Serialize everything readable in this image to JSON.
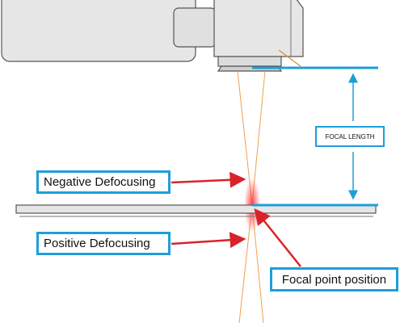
{
  "labels": {
    "focal_length": "FOCAL LENGTH",
    "negative_defocusing": "Negative Defocusing",
    "positive_defocusing": "Positive Defocusing",
    "focal_point_position": "Focal point position"
  },
  "colors": {
    "accent_blue": "#1e9fd8",
    "arrow_red": "#d9222a",
    "beam_orange": "#f0a050",
    "head_gray": "#e6e6e6",
    "outline": "#555555"
  }
}
